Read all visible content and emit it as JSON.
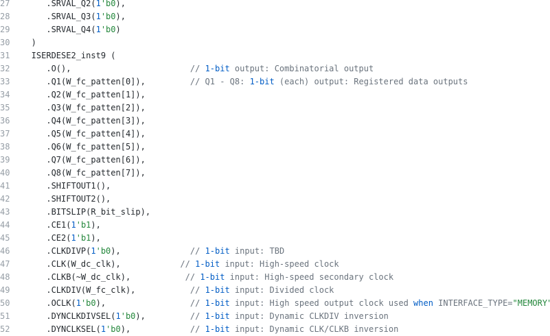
{
  "editor": {
    "lines": [
      {
        "num": "27",
        "text": "      .SRVAL_Q2(1'b0),"
      },
      {
        "num": "28",
        "text": "      .SRVAL_Q3(1'b0),"
      },
      {
        "num": "29",
        "text": "      .SRVAL_Q4(1'b0)"
      },
      {
        "num": "30",
        "text": "   )"
      },
      {
        "num": "31",
        "text": "   ISERDESE2_inst9 ("
      },
      {
        "num": "32",
        "text": "      .O(),                        // 1-bit output: Combinatorial output"
      },
      {
        "num": "33",
        "text": "      .Q1(W_fc_patten[0]),         // Q1 - Q8: 1-bit (each) output: Registered data outputs"
      },
      {
        "num": "34",
        "text": "      .Q2(W_fc_patten[1]),"
      },
      {
        "num": "35",
        "text": "      .Q3(W_fc_patten[2]),"
      },
      {
        "num": "36",
        "text": "      .Q4(W_fc_patten[3]),"
      },
      {
        "num": "37",
        "text": "      .Q5(W_fc_patten[4]),"
      },
      {
        "num": "38",
        "text": "      .Q6(W_fc_patten[5]),"
      },
      {
        "num": "39",
        "text": "      .Q7(W_fc_patten[6]),"
      },
      {
        "num": "40",
        "text": "      .Q8(W_fc_patten[7]),"
      },
      {
        "num": "41",
        "text": "      .SHIFTOUT1(),"
      },
      {
        "num": "42",
        "text": "      .SHIFTOUT2(),"
      },
      {
        "num": "43",
        "text": "      .BITSLIP(R_bit_slip),"
      },
      {
        "num": "44",
        "text": "      .CE1(1'b1),"
      },
      {
        "num": "45",
        "text": "      .CE2(1'b1),"
      },
      {
        "num": "46",
        "text": "      .CLKDIVP(1'b0),              // 1-bit input: TBD"
      },
      {
        "num": "47",
        "text": "      .CLK(W_dc_clk),            // 1-bit input: High-speed clock"
      },
      {
        "num": "48",
        "text": "      .CLKB(~W_dc_clk),           // 1-bit input: High-speed secondary clock"
      },
      {
        "num": "49",
        "text": "      .CLKDIV(W_fc_clk),           // 1-bit input: Divided clock"
      },
      {
        "num": "50",
        "text": "      .OCLK(1'b0),                 // 1-bit input: High speed output clock used when INTERFACE_TYPE=\"MEMORY\""
      },
      {
        "num": "51",
        "text": "      .DYNCLKDIVSEL(1'b0),         // 1-bit input: Dynamic CLKDIV inversion"
      },
      {
        "num": "52",
        "text": "      .DYNCLKSEL(1'b0),            // 1-bit input: Dynamic CLK/CLKB inversion"
      }
    ]
  }
}
